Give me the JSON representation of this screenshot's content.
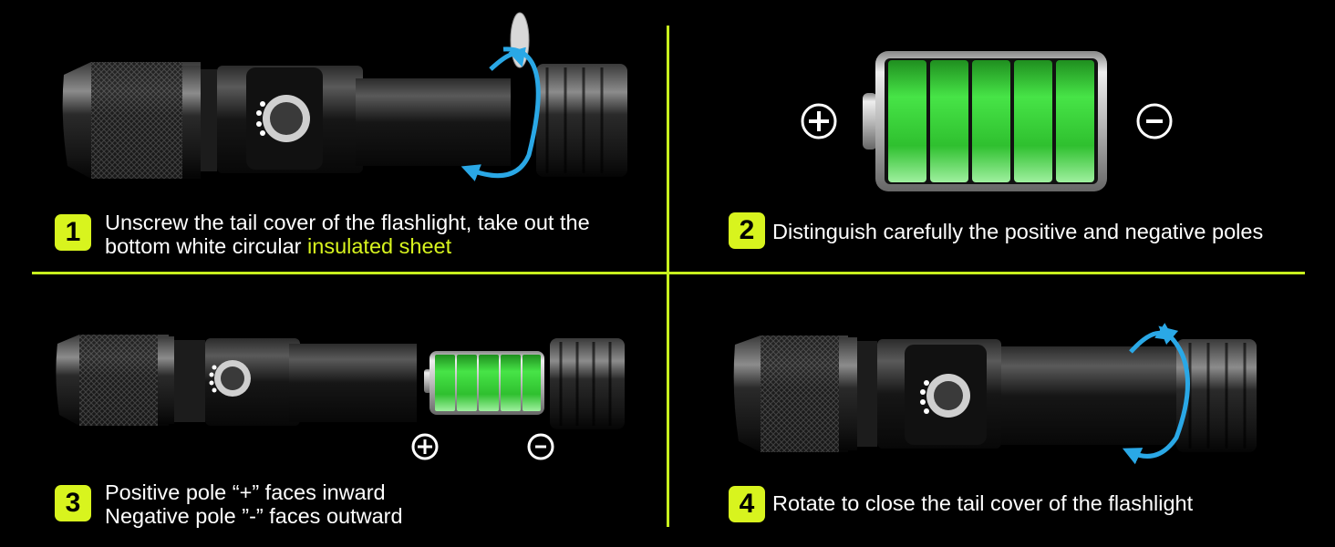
{
  "colors": {
    "accent": "#d8f41e",
    "background": "#000000",
    "arrow": "#2aa8e6",
    "battery_green": "#3ad23a"
  },
  "steps": [
    {
      "number": "1",
      "line1": "Unscrew the tail cover of the flashlight, take out the",
      "line2_prefix": "bottom white circular ",
      "line2_highlight": "insulated sheet"
    },
    {
      "number": "2",
      "line1": "Distinguish carefully the positive and negative poles"
    },
    {
      "number": "3",
      "line1": "Positive pole “+” faces inward",
      "line2": "Negative pole ”-” faces outward"
    },
    {
      "number": "4",
      "line1": "Rotate to close the tail cover of the flashlight"
    }
  ],
  "symbols": {
    "plus": "+",
    "minus": "-"
  }
}
